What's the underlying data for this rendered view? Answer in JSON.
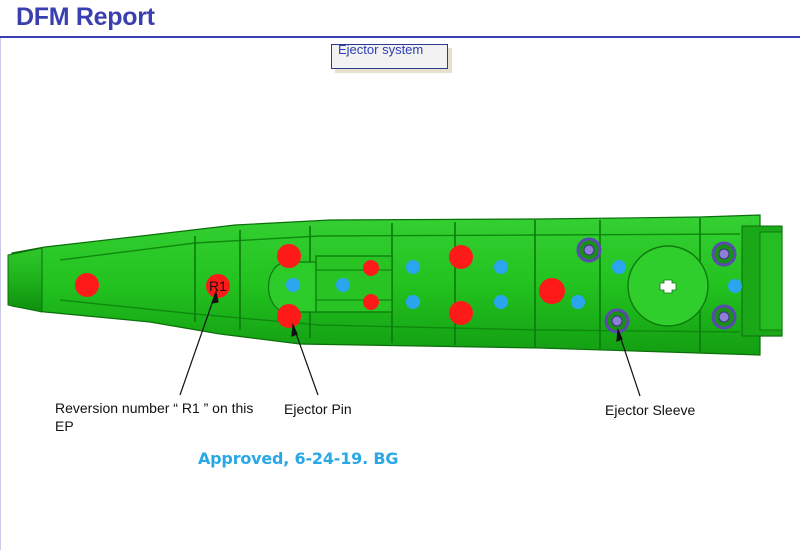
{
  "header": {
    "title": "DFM Report"
  },
  "callout": {
    "text": "Ejector system"
  },
  "part_label": "R1",
  "annotations": {
    "reversion": "Reversion number “ R1 ” on this EP",
    "ejector_pin": "Ejector Pin",
    "ejector_sleeve": "Ejector Sleeve"
  },
  "approval": "Approved, 6-24-19. BG",
  "colors": {
    "title": "#3a3fb0",
    "part_green": "#22c21f",
    "ejector_pin_red": "#ff1a1a",
    "cooling_blue": "#2aa6ef",
    "sleeve_purple": "#6b55b8",
    "approved_text": "#29a8e8"
  }
}
